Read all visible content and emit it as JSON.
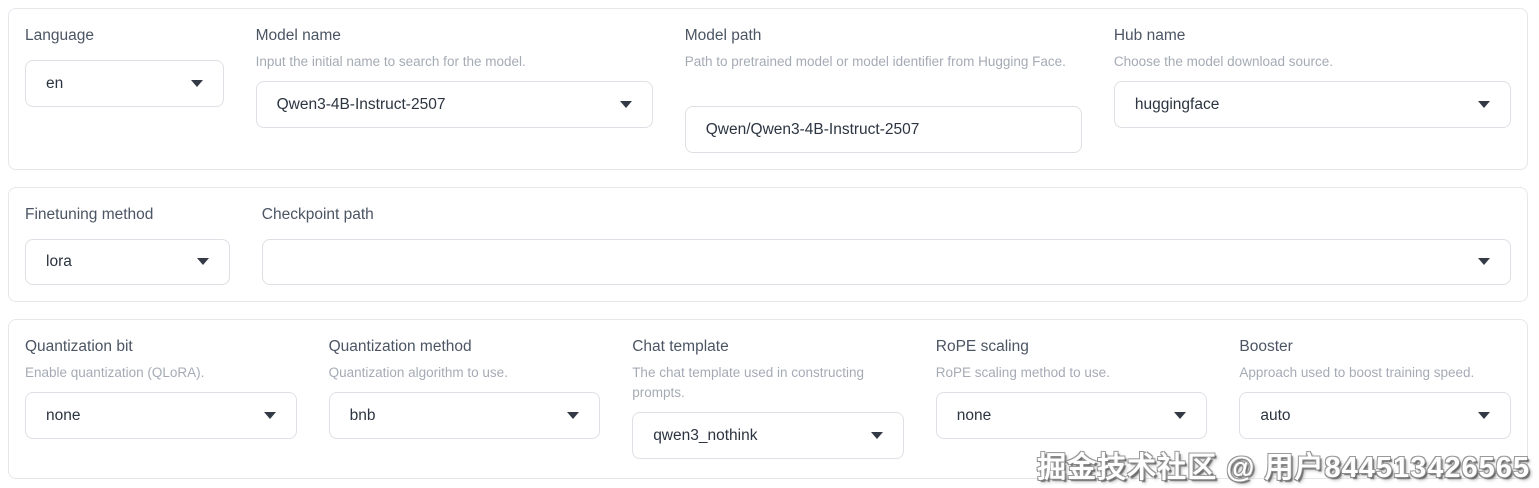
{
  "colors": {
    "card_border": "#e5e7eb",
    "control_border": "#dde0e4",
    "label_text": "#4b5563",
    "info_text": "#a5abb5",
    "value_text": "#2b3440",
    "background": "#ffffff"
  },
  "sections": {
    "model": {
      "language": {
        "label": "Language",
        "value": "en"
      },
      "model_name": {
        "label": "Model name",
        "info": "Input the initial name to search for the model.",
        "value": "Qwen3-4B-Instruct-2507"
      },
      "model_path": {
        "label": "Model path",
        "info": "Path to pretrained model or model identifier from Hugging Face.",
        "value": "Qwen/Qwen3-4B-Instruct-2507"
      },
      "hub_name": {
        "label": "Hub name",
        "info": "Choose the model download source.",
        "value": "huggingface"
      }
    },
    "finetuning": {
      "method": {
        "label": "Finetuning method",
        "value": "lora"
      },
      "checkpoint_path": {
        "label": "Checkpoint path",
        "value": ""
      }
    },
    "advanced": {
      "quantization_bit": {
        "label": "Quantization bit",
        "info": "Enable quantization (QLoRA).",
        "value": "none"
      },
      "quantization_method": {
        "label": "Quantization method",
        "info": "Quantization algorithm to use.",
        "value": "bnb"
      },
      "chat_template": {
        "label": "Chat template",
        "info": "The chat template used in constructing prompts.",
        "value": "qwen3_nothink"
      },
      "rope_scaling": {
        "label": "RoPE scaling",
        "info": "RoPE scaling method to use.",
        "value": "none"
      },
      "booster": {
        "label": "Booster",
        "info": "Approach used to boost training speed.",
        "value": "auto"
      }
    }
  },
  "watermark": "掘金技术社区 @ 用户844513426565"
}
